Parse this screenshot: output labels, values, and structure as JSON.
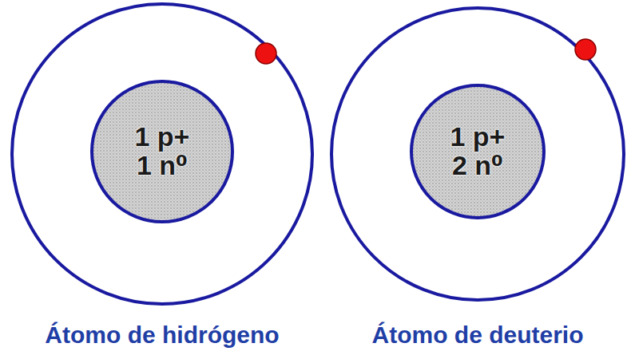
{
  "diagram": {
    "nodes": [
      {
        "text": [
          "Átomo de hidrógeno"
        ]
      },
      {
        "text": [
          "1 p+",
          "1 n⁰"
        ],
        "in": 0
      },
      {
        "text": [
          "Átomo de deuterio"
        ]
      },
      {
        "text": [
          "1 p+",
          "2 n⁰"
        ],
        "in": 2
      }
    ]
  }
}
